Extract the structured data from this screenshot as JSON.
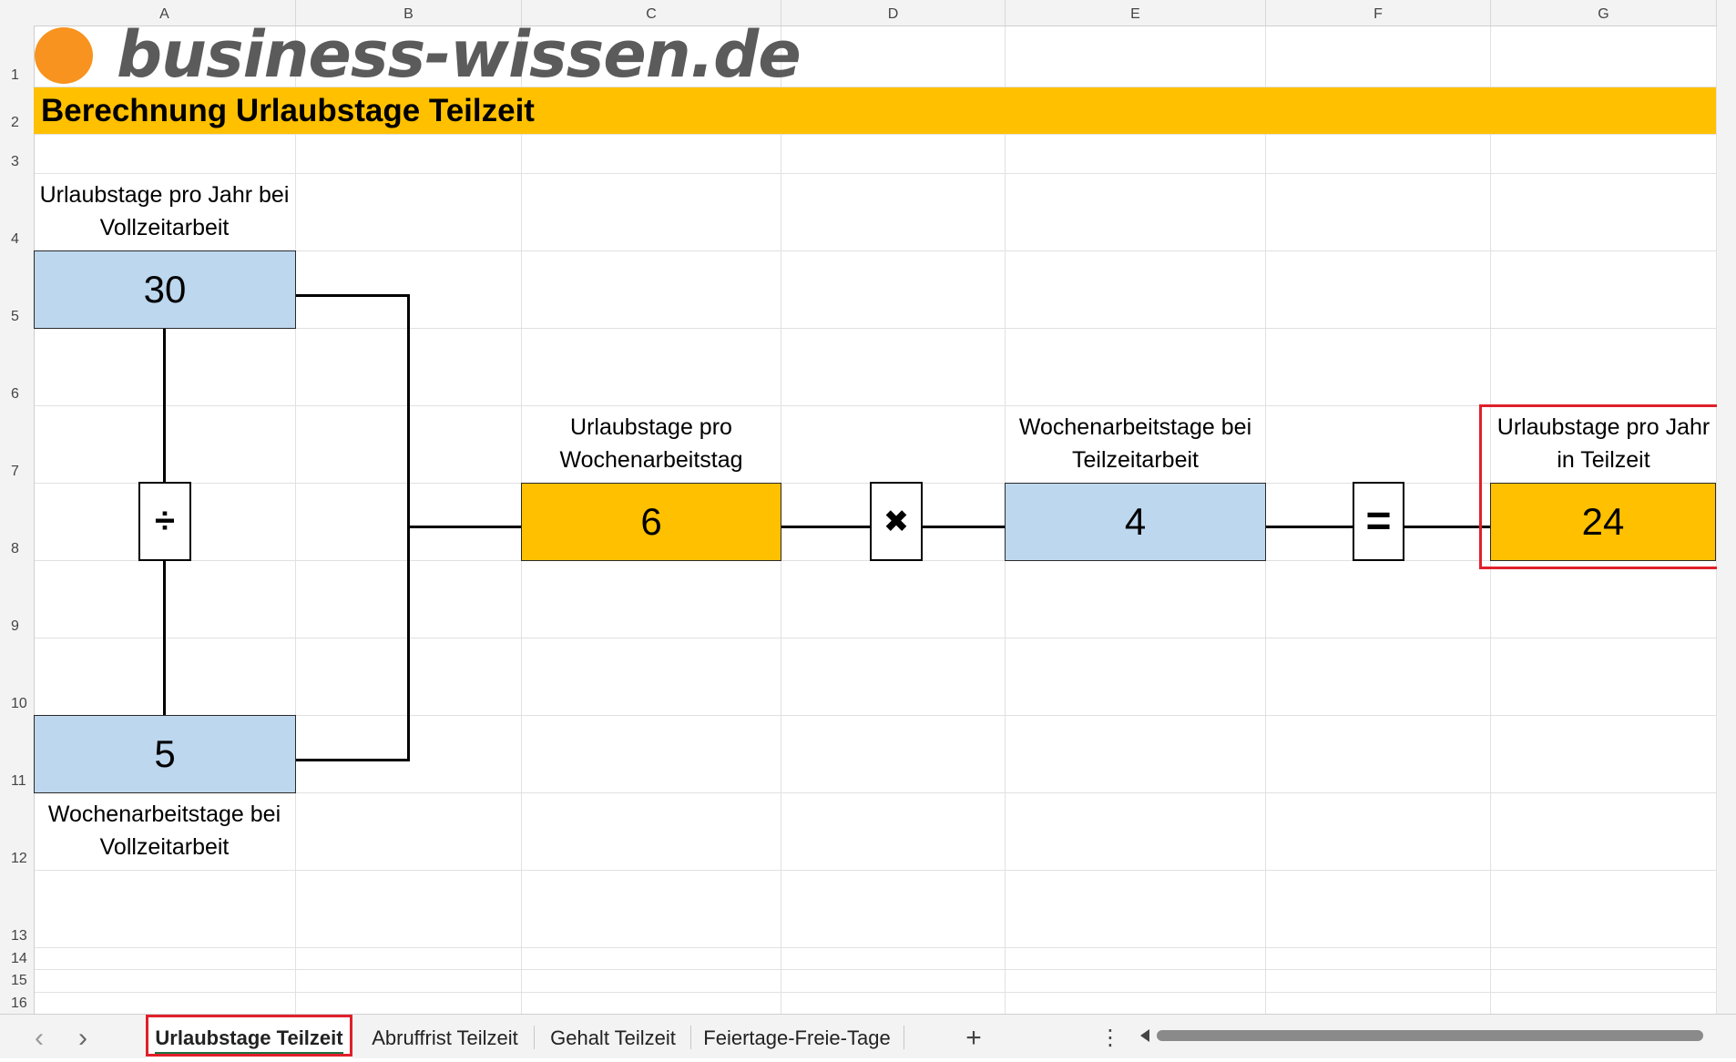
{
  "columns": [
    "A",
    "B",
    "C",
    "D",
    "E",
    "F",
    "G"
  ],
  "rows": [
    "1",
    "2",
    "3",
    "4",
    "5",
    "6",
    "7",
    "8",
    "9",
    "10",
    "11",
    "12",
    "13",
    "14",
    "15",
    "16"
  ],
  "logo": {
    "text": "business-wissen.de",
    "dot_color": "#f7931e"
  },
  "title": "Berechnung Urlaubstage Teilzeit",
  "calc": {
    "full_days_label": "Urlaubstage pro Jahr bei Vollzeitarbeit",
    "full_days_value": "30",
    "full_week_value": "5",
    "full_week_label": "Wochenarbeitstage bei Vollzeitarbeit",
    "per_day_label": "Urlaubstage pro Wochenarbeitstag",
    "per_day_value": "6",
    "part_week_label": "Wochenarbeitstage bei Teilzeitarbeit",
    "part_week_value": "4",
    "result_label": "Urlaubstage pro Jahr in Teilzeit",
    "result_value": "24",
    "op_divide": "÷",
    "op_multiply": "✖",
    "op_equals": "="
  },
  "tabs": {
    "prev": "‹",
    "next": "›",
    "items": [
      "Urlaubstage Teilzeit",
      "Abruffrist Teilzeit",
      "Gehalt Teilzeit",
      "Feiertage-Freie-Tage"
    ],
    "add": "+",
    "more": "⋮"
  },
  "colors": {
    "highlight": "#e0202a",
    "accent": "#ffc000",
    "input": "#bdd7ee",
    "tab_underline": "#1e7145"
  }
}
